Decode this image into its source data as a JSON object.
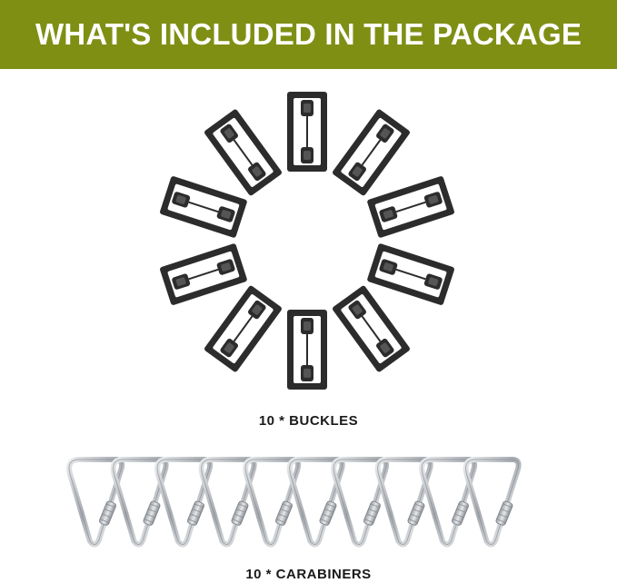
{
  "header": {
    "title": "WHAT'S INCLUDED IN THE PACKAGE"
  },
  "buckles": {
    "caption": "10 * BUCKLES",
    "count": 10,
    "icon": "buckle-icon"
  },
  "carabiners": {
    "caption": "10 * CARABINERS",
    "count": 10,
    "icon": "carabiner-icon"
  },
  "colors": {
    "banner_background": "#7f8f14",
    "banner_text": "#ffffff",
    "buckle": "#2c2c2c",
    "carabiner": "#b8bcc2",
    "caption_text": "#1a1a1a"
  }
}
